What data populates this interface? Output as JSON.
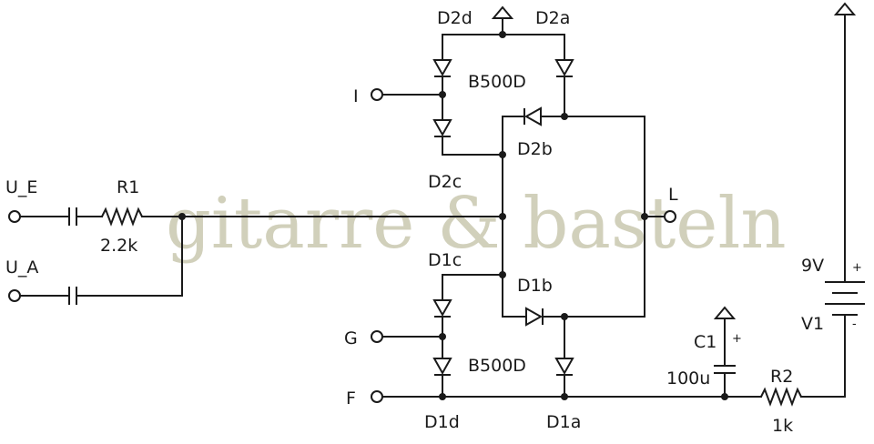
{
  "labels": {
    "u_e": "U_E",
    "u_a": "U_A",
    "r1": "R1",
    "r1_value": "2.2k",
    "d2d": "D2d",
    "d2a": "D2a",
    "d2b": "D2b",
    "d2c": "D2c",
    "bridge_top": "B500D",
    "d1c": "D1c",
    "d1b": "D1b",
    "d1d": "D1d",
    "d1a": "D1a",
    "bridge_bottom": "B500D",
    "term_i": "I",
    "term_l": "L",
    "term_g": "G",
    "term_f": "F",
    "c1": "C1",
    "c1_value": "100u",
    "c1_plus": "+",
    "r2": "R2",
    "r2_value": "1k",
    "battery_voltage": "9V",
    "battery": "V1",
    "battery_plus": "+",
    "battery_minus": "-"
  },
  "watermark": "gitarre & basteln"
}
